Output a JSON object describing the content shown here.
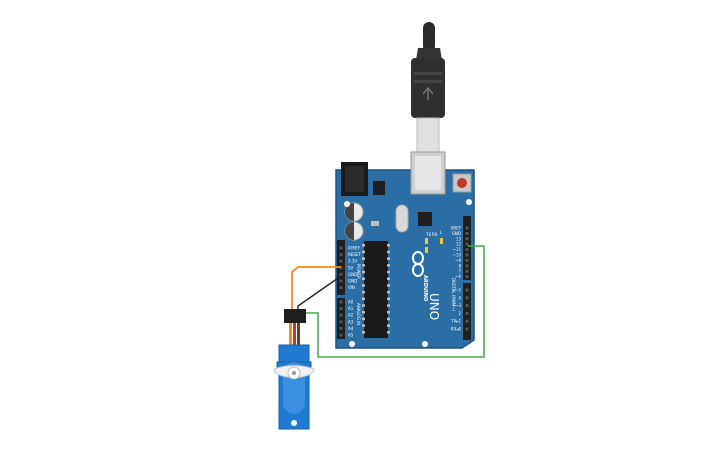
{
  "board": {
    "logo": "ARDUINO",
    "model": "UNO",
    "power_header_label": "POWER",
    "analog_header_label": "ANALOG IN",
    "digital_header_label": "DIGITAL (PWM~)",
    "power_pins": [
      "IOREF",
      "RESET",
      "3.3V",
      "5V",
      "GND",
      "GND",
      "VIN"
    ],
    "analog_pins": [
      "A0",
      "A1",
      "A2",
      "A3",
      "A4",
      "A5"
    ],
    "digital_pins": [
      "AREF",
      "GND",
      "13",
      "12",
      "~11",
      "~10",
      "~9",
      "8",
      "7",
      "~6",
      "~5",
      "4",
      "~3",
      "2",
      "TX▸1",
      "RX◂0"
    ],
    "led_labels": [
      "L",
      "TX",
      "RX"
    ]
  },
  "wires": [
    {
      "from": "servo-signal",
      "to": "pin-9",
      "color": "#3fae49"
    },
    {
      "from": "servo-power",
      "to": "5V",
      "color": "#f28b1d"
    },
    {
      "from": "servo-ground",
      "to": "GND",
      "color": "#222222"
    }
  ],
  "colors": {
    "board": "#2b6ea5",
    "board_edge": "#1d5282",
    "servo": "#1f7bd1",
    "usb_cable": "#2a2a2a"
  }
}
